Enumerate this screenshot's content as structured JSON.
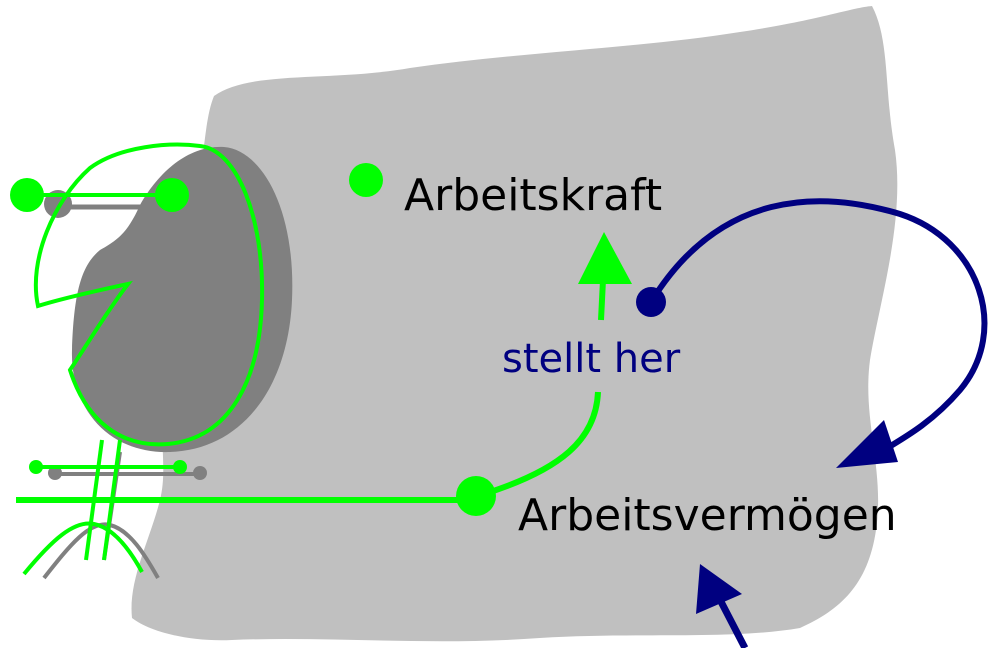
{
  "labels": {
    "top_concept": "Arbeitskraft",
    "relation": "stellt her",
    "bottom_concept": "Arbeitsvermögen"
  },
  "colors": {
    "background": "#ffffff",
    "sheet": "#c0c0c0",
    "figure_shadow": "#808080",
    "figure_line": "#00ff00",
    "relation_arrow": "#000080",
    "text": "#000000"
  }
}
